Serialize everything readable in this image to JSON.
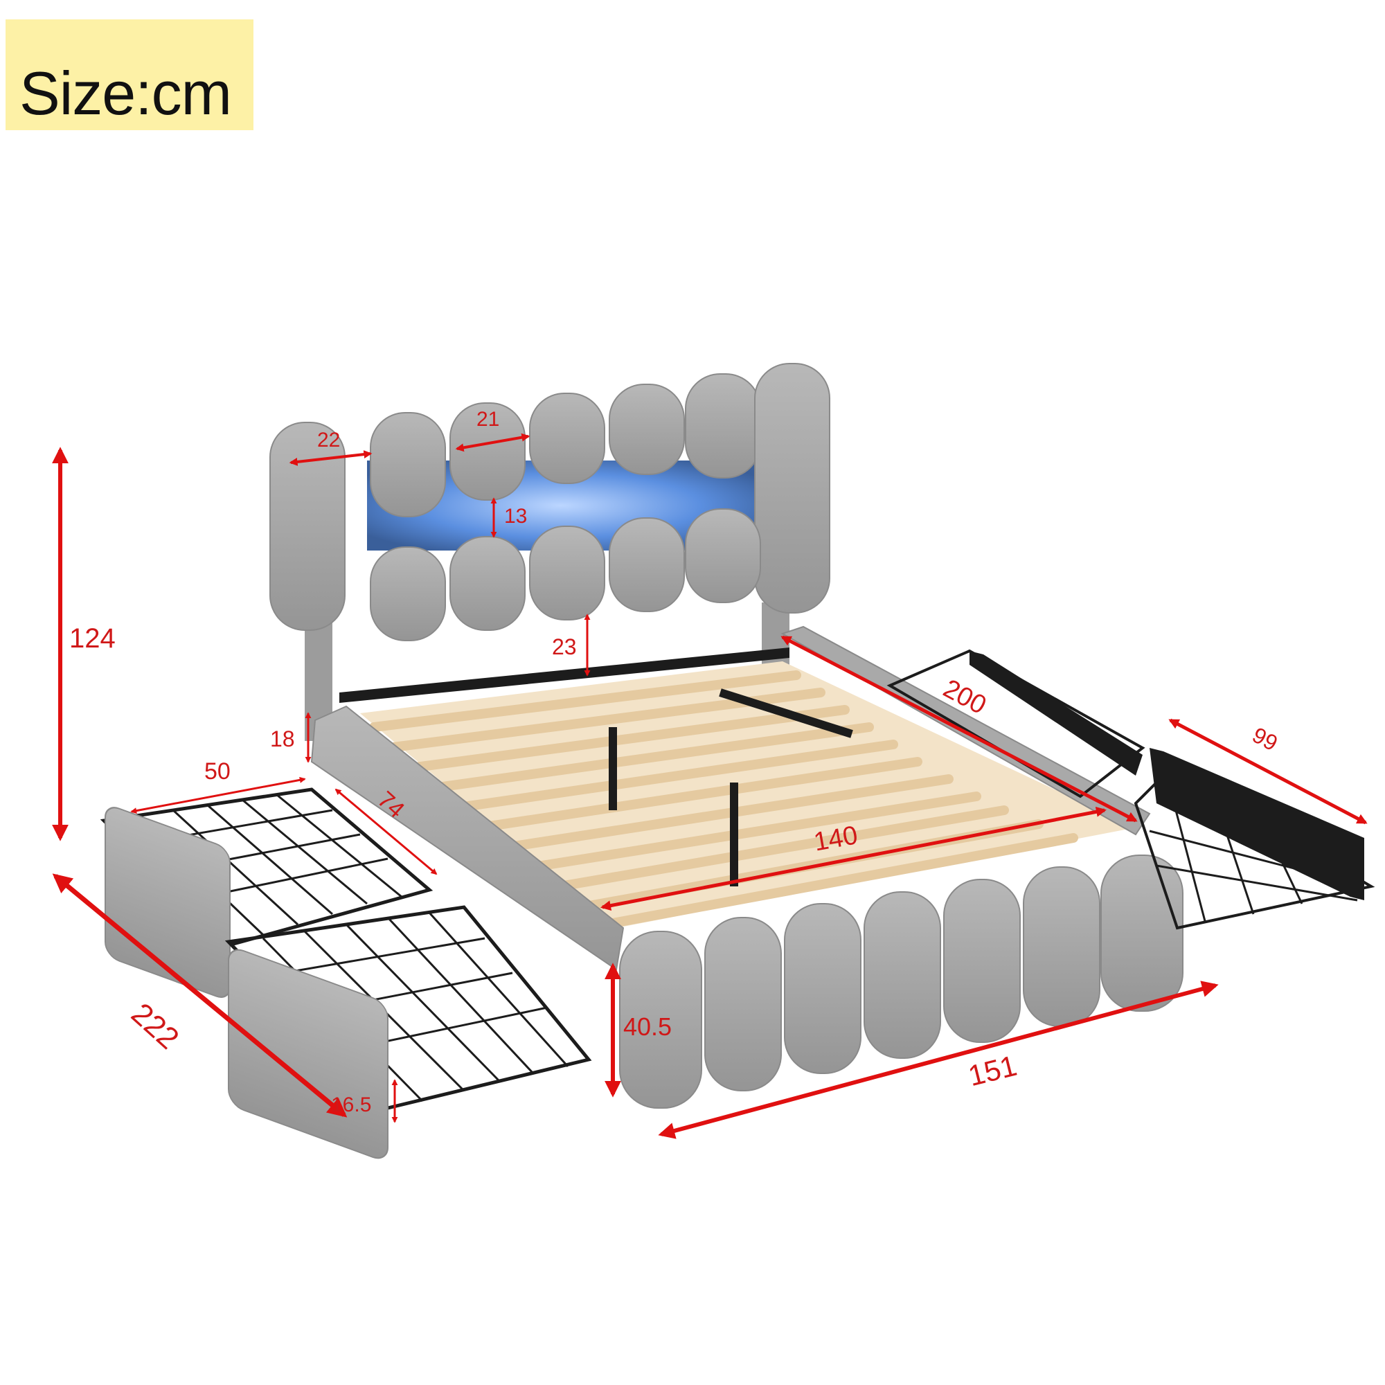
{
  "size_badge": {
    "label": "Size:cm"
  },
  "dimensions": {
    "headboard_panel_width": "22",
    "headboard_panel_width_inner": "21",
    "light_strip_height": "13",
    "headboard_clearance": "23",
    "total_height": "124",
    "side_rail_height": "18",
    "drawer_width": "50",
    "drawer_depth": "74",
    "total_length": "222",
    "mattress_width": "140",
    "mattress_length": "200",
    "side_drawer_length": "99",
    "footboard_height": "40.5",
    "drawer_height": "16.5",
    "total_width": "151"
  },
  "colors": {
    "arrow": "#e01010",
    "label": "#d01818",
    "fabric": "#a9a9a9",
    "slat": "#ecd7b5",
    "metal": "#1c1c1c",
    "led": "#4a86e8",
    "badge": "#fdf1a6"
  }
}
